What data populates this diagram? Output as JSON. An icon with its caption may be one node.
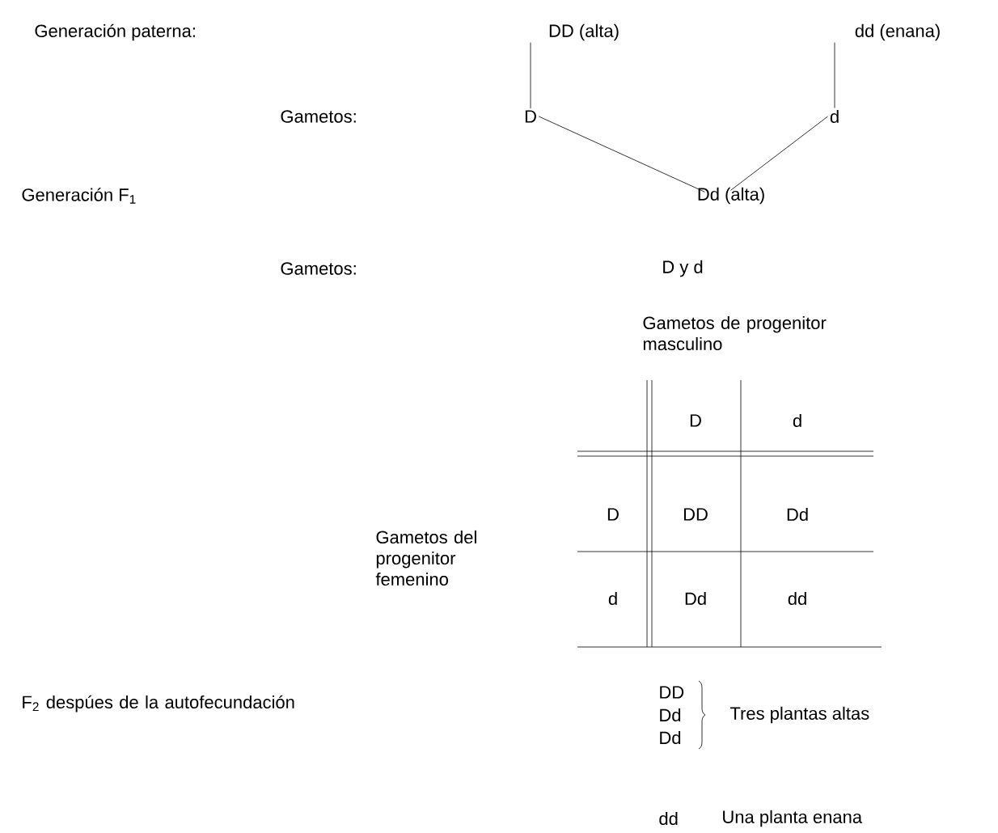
{
  "diagram": {
    "nodes": [
      {
        "text": [
          "DD (alta)"
        ]
      },
      {
        "text": [
          "dd (enana)"
        ]
      },
      {
        "text": [
          "D"
        ]
      },
      {
        "text": [
          "d"
        ]
      },
      {
        "text": [
          "Dd (alta)"
        ]
      }
    ],
    "edges": [
      {
        "from": 0,
        "to": 2,
        "arrow": "none"
      },
      {
        "from": 1,
        "to": 3,
        "arrow": "none"
      },
      {
        "from": 2,
        "to": 4,
        "arrow": "none"
      },
      {
        "from": 3,
        "to": 4,
        "arrow": "none"
      }
    ],
    "labels": [
      "Generación paterna:",
      "Gametos:",
      "Generación F$_{1}$",
      "Gametos:",
      "D y d",
      "Gametos de progenitor masculino",
      "D",
      "d",
      "Gametos del progenitor femenino",
      "D",
      "DD",
      "Dd",
      "d",
      "Dd",
      "dd",
      "F$_{2}$ despúes de la autofecundación",
      "DD",
      "Dd",
      "Dd",
      "Tres plantas altas",
      "dd",
      "Una planta enana"
    ]
  }
}
